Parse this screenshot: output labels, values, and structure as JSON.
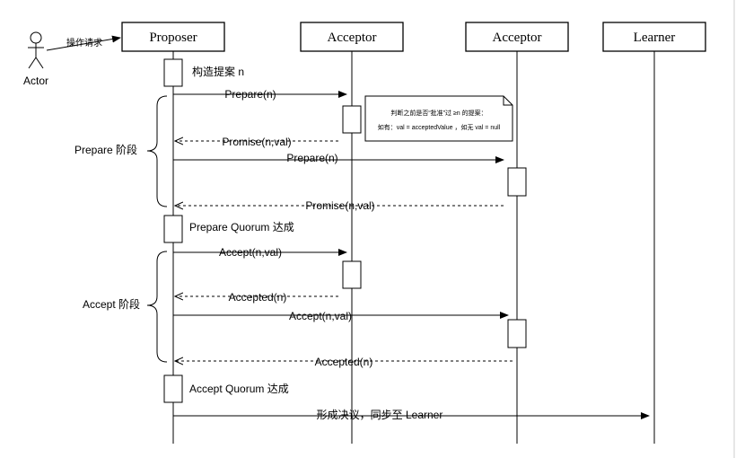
{
  "actor": {
    "label": "Actor",
    "request_label": "操作请求"
  },
  "participants": {
    "proposer": "Proposer",
    "acceptor1": "Acceptor",
    "acceptor2": "Acceptor",
    "learner": "Learner"
  },
  "notes": {
    "construct": "构造提案 n",
    "prepare_quorum": "Prepare Quorum 达成",
    "accept_quorum": "Accept Quorum 达成",
    "judge_line1": "判断之前是否“批准”过 ≥n 的提案：",
    "judge_line2": "如有：val = acceptedValue ，如无 val = null"
  },
  "phases": {
    "prepare": "Prepare 阶段",
    "accept": "Accept 阶段"
  },
  "messages": {
    "prepare1": "Prepare(n)",
    "promise1": "Promise(n,val)",
    "prepare2": "Prepare(n)",
    "promise2": "Promise(n,val)",
    "accept1": "Accept(n,val)",
    "accepted1": "Accepted(n)",
    "accept2": "Accept(n,val)",
    "accepted2": "Accepted(n)",
    "decision": "形成决议，同步至 Learner"
  }
}
